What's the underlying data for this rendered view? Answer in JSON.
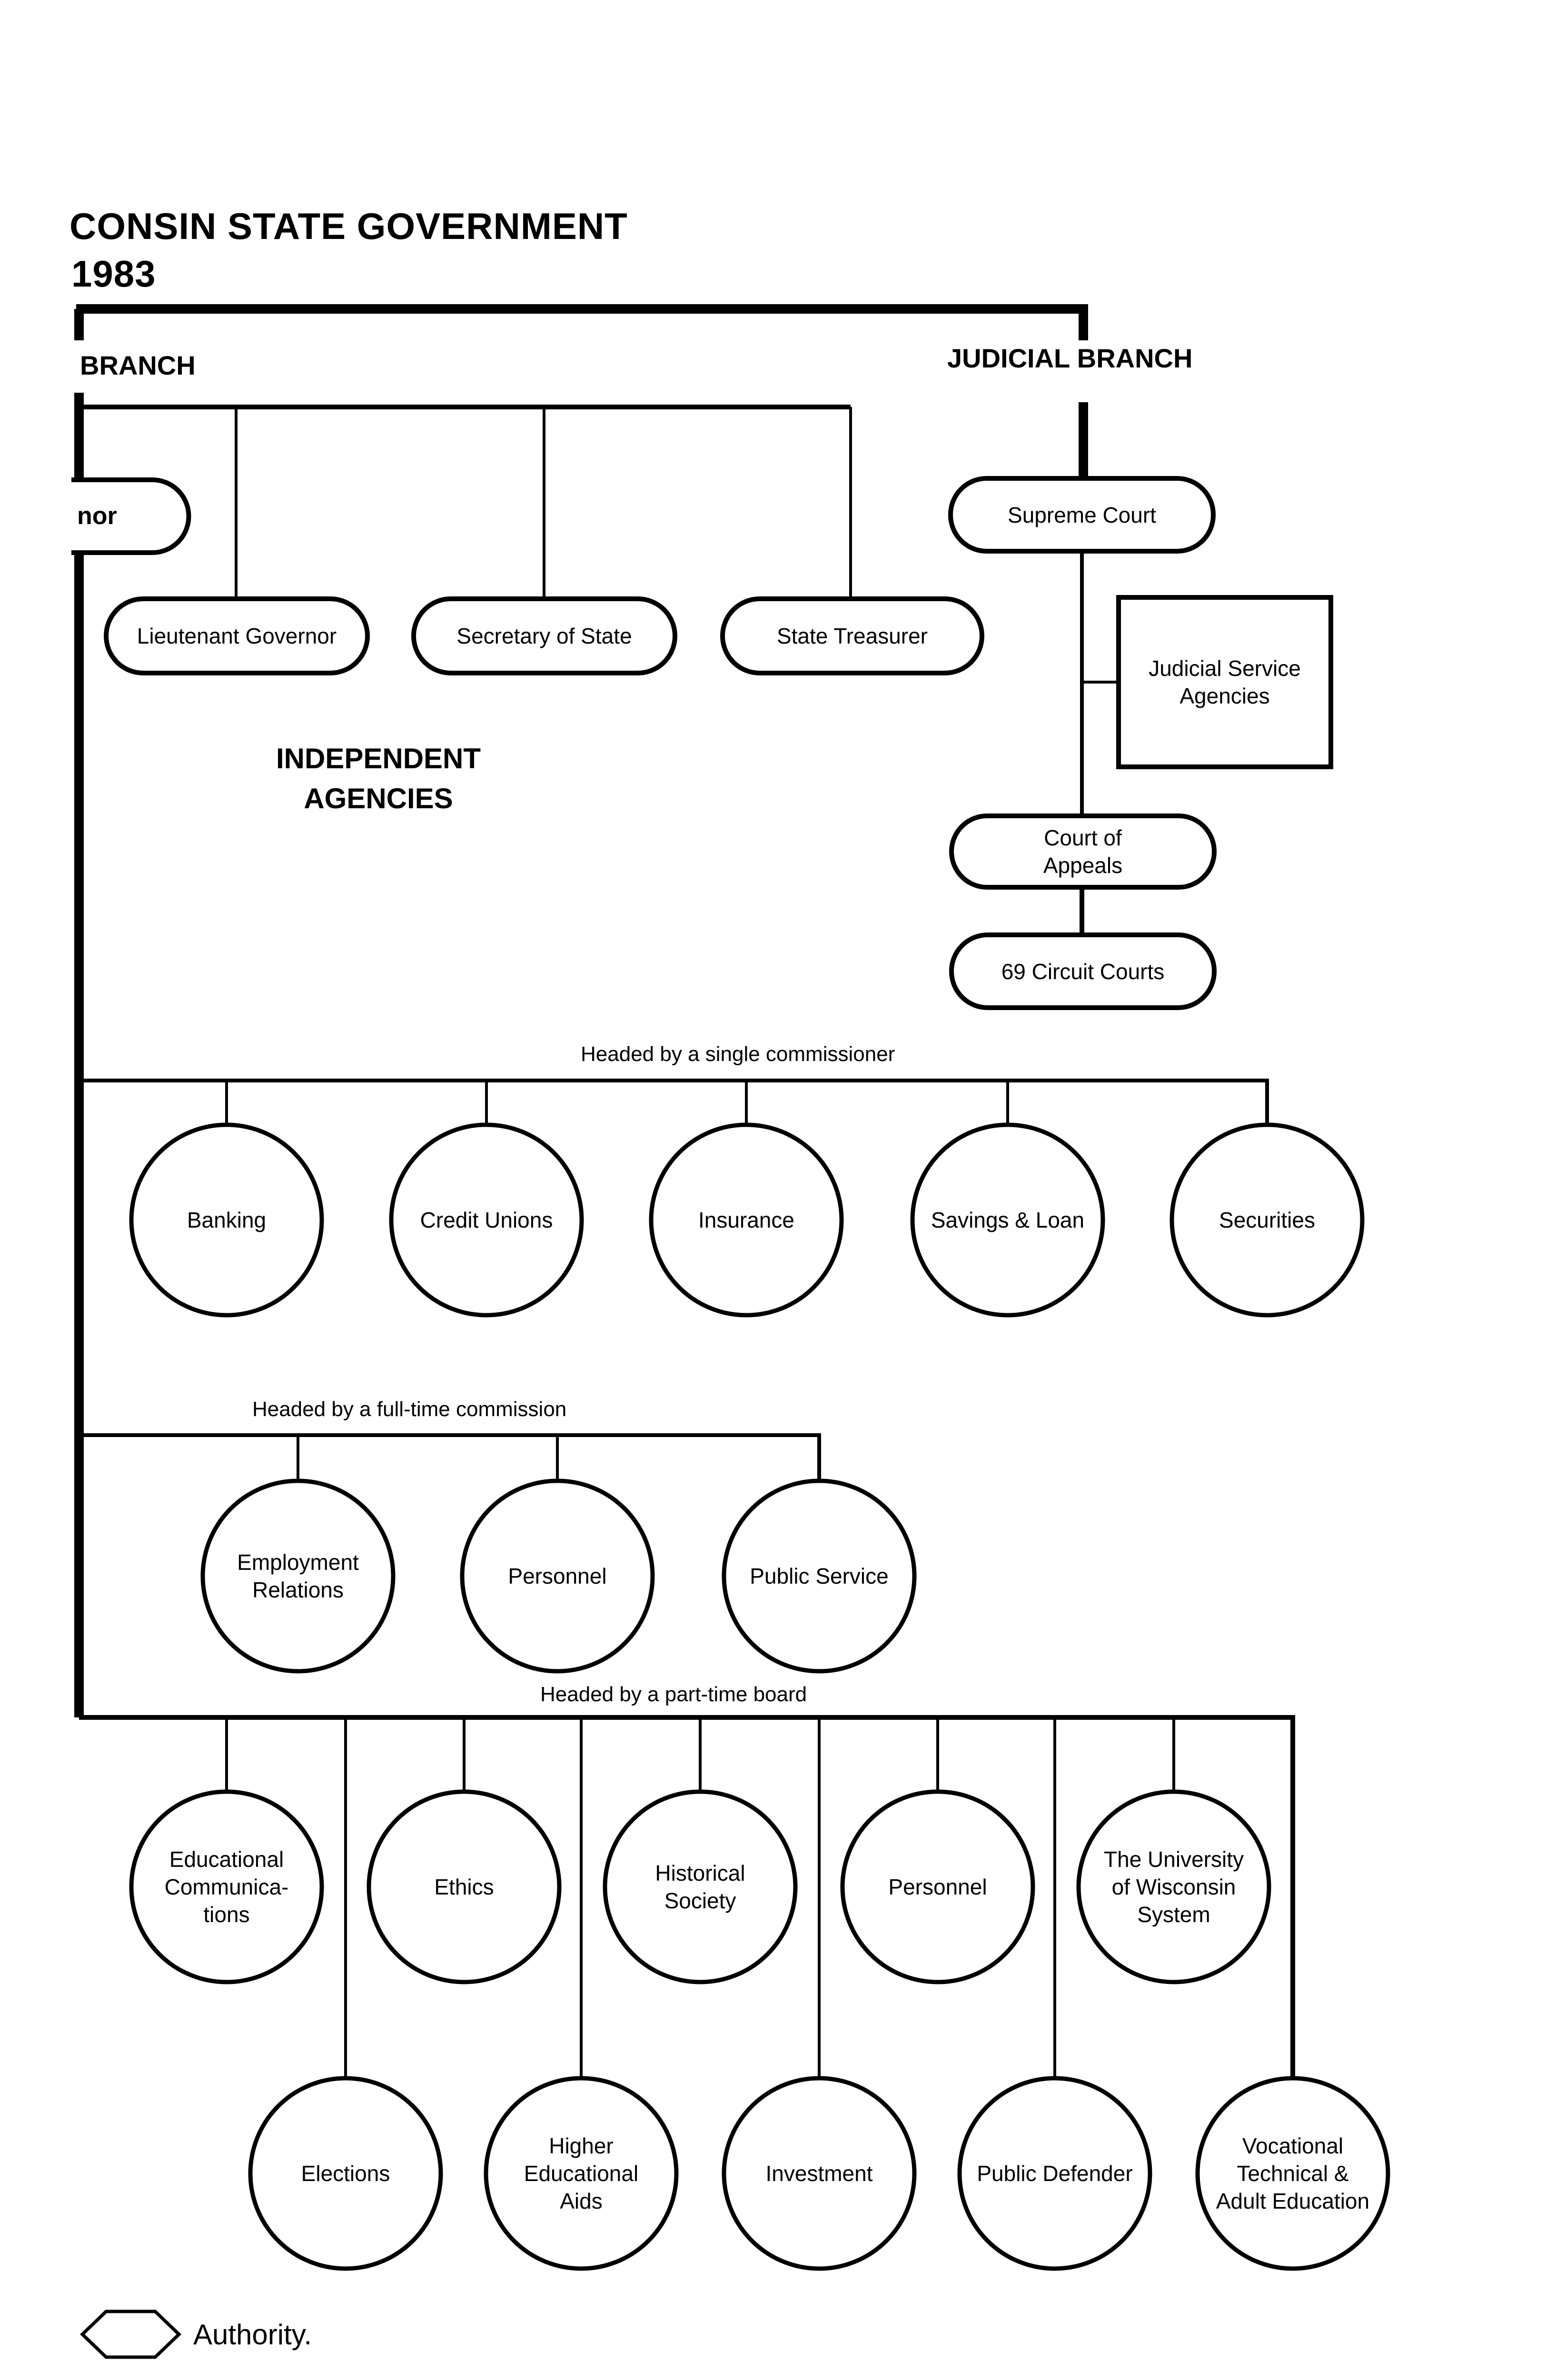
{
  "title": {
    "line1": "CONSIN STATE GOVERNMENT",
    "line2": "1983"
  },
  "executive": {
    "branch_label": "BRANCH",
    "governor_label": "nor",
    "officers": [
      {
        "label": "Lieutenant Governor"
      },
      {
        "label": "Secretary of State"
      },
      {
        "label": "State Treasurer"
      }
    ]
  },
  "judicial": {
    "branch_label": "JUDICIAL BRANCH",
    "supreme_court": "Supreme Court",
    "service_agencies": "Judicial Service Agencies",
    "court_of_appeals": "Court of Appeals",
    "circuit_courts": "69 Circuit Courts"
  },
  "independent_agencies": {
    "heading": "INDEPENDENT AGENCIES",
    "groups": [
      {
        "caption": "Headed by a single commissioner",
        "agencies": [
          "Banking",
          "Credit Unions",
          "Insurance",
          "Savings & Loan",
          "Securities"
        ]
      },
      {
        "caption": "Headed by a full-time commission",
        "agencies": [
          "Employment Relations",
          "Personnel",
          "Public Service"
        ]
      },
      {
        "caption": "Headed by a part-time board",
        "agencies_top": [
          "Educational Communica-tions",
          "Ethics",
          "Historical Society",
          "Personnel",
          "The University of Wisconsin System"
        ],
        "agencies_bottom": [
          "Elections",
          "Higher Educational Aids",
          "Investment",
          "Public Defender",
          "Vocational Technical & Adult Education"
        ]
      }
    ]
  },
  "legend": {
    "symbol": "hexagon-icon",
    "label": "Authority."
  },
  "colors": {
    "ink": "#000000",
    "paper": "#ffffff"
  }
}
